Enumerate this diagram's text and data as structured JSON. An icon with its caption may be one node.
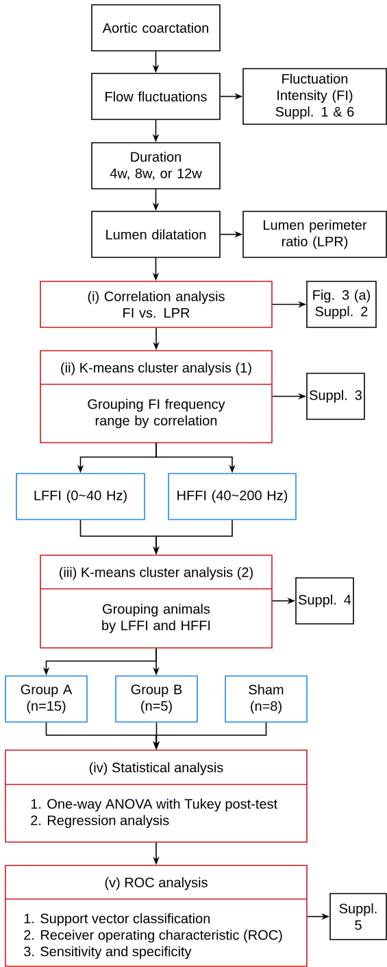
{
  "diagram": {
    "nodes": [
      {
        "text": [
          "Aortic coarctation"
        ]
      },
      {
        "text": [
          "Flow fluctuations"
        ]
      },
      {
        "text": [
          "Fluctuation Intensity (FI)",
          "Suppl. 1 & 6"
        ]
      },
      {
        "text": [
          "Duration",
          "4w, 8w, or 12w"
        ]
      },
      {
        "text": [
          "Lumen dilatation"
        ]
      },
      {
        "text": [
          "Lumen perimeter ratio (LPR)"
        ]
      },
      {
        "text": [
          "(i) Correlation analysis",
          "FI vs. LPR"
        ]
      },
      {
        "text": [
          "Fig. 3 (a)",
          "Suppl. 2"
        ]
      },
      {
        "text": [
          "(ii) K-means cluster analysis (1)",
          "Grouping FI frequency range by correlation"
        ]
      },
      {
        "text": [
          "Suppl. 3"
        ]
      },
      {
        "text": [
          "LFFI (0~40 Hz)"
        ]
      },
      {
        "text": [
          "HFFI (40~200 Hz)"
        ]
      },
      {
        "text": [
          "(iii) K-means cluster analysis (2)",
          "Grouping animals by LFFI and HFFI"
        ]
      },
      {
        "text": [
          "Suppl. 4"
        ]
      },
      {
        "text": [
          "Group A",
          "(n=15)"
        ]
      },
      {
        "text": [
          "Group B",
          "(n=5)"
        ]
      },
      {
        "text": [
          "Sham",
          "(n=8)"
        ]
      },
      {
        "text": [
          "(iv) Statistical analysis",
          "1. One-way ANOVA with Tukey post-test",
          "2. Regression analysis"
        ]
      },
      {
        "text": [
          "(v) ROC analysis",
          "1. Support vector classification",
          "2. Receiver operating characteristic (ROC)",
          "3. Sensitivity and specificity"
        ]
      },
      {
        "text": [
          "Suppl. 5"
        ]
      }
    ],
    "edges": [
      {
        "from": 0,
        "to": 1,
        "arrow": "to"
      },
      {
        "from": 1,
        "to": 2,
        "arrow": "to"
      },
      {
        "from": 1,
        "to": 3,
        "arrow": "to"
      },
      {
        "from": 3,
        "to": 4,
        "arrow": "to"
      },
      {
        "from": 4,
        "to": 5,
        "arrow": "to"
      },
      {
        "from": 4,
        "to": 6,
        "arrow": "to"
      },
      {
        "from": 6,
        "to": 7,
        "arrow": "to"
      },
      {
        "from": 6,
        "to": 8,
        "arrow": "to"
      },
      {
        "from": 8,
        "to": 9,
        "arrow": "to"
      },
      {
        "from": 8,
        "to": 10,
        "arrow": "to"
      },
      {
        "from": 8,
        "to": 11,
        "arrow": "to"
      },
      {
        "from": 10,
        "to": 12,
        "arrow": "to"
      },
      {
        "from": 11,
        "to": 12,
        "arrow": "to"
      },
      {
        "from": 12,
        "to": 13,
        "arrow": "to"
      },
      {
        "from": 12,
        "to": 14,
        "arrow": "to"
      },
      {
        "from": 12,
        "to": 15,
        "arrow": "to"
      },
      {
        "from": 14,
        "to": 17,
        "arrow": "to"
      },
      {
        "from": 15,
        "to": 17,
        "arrow": "to"
      },
      {
        "from": 16,
        "to": 17,
        "arrow": "to"
      },
      {
        "from": 17,
        "to": 18,
        "arrow": "to"
      },
      {
        "from": 18,
        "to": 19,
        "arrow": "to"
      }
    ]
  }
}
